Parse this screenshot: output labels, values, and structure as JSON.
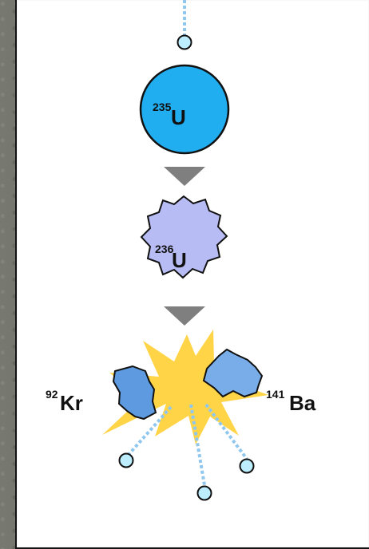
{
  "uranium235": {
    "mass_number": "235",
    "symbol": "U"
  },
  "uranium236": {
    "mass_number": "236",
    "symbol": "U"
  },
  "krypton": {
    "mass_number": "92",
    "symbol": "Kr"
  },
  "barium": {
    "mass_number": "141",
    "symbol": "Ba"
  },
  "colors": {
    "u235_fill": "#21aef0",
    "u236_fill": "#b8bcf4",
    "fragment_kr": "#5d9ae0",
    "fragment_ba": "#78adea",
    "neutron_fill": "#bceeff",
    "neutron_path": "#8fc7ef",
    "arrow_gray": "#7f7f7f",
    "burst_yellow": "#ffd447"
  }
}
